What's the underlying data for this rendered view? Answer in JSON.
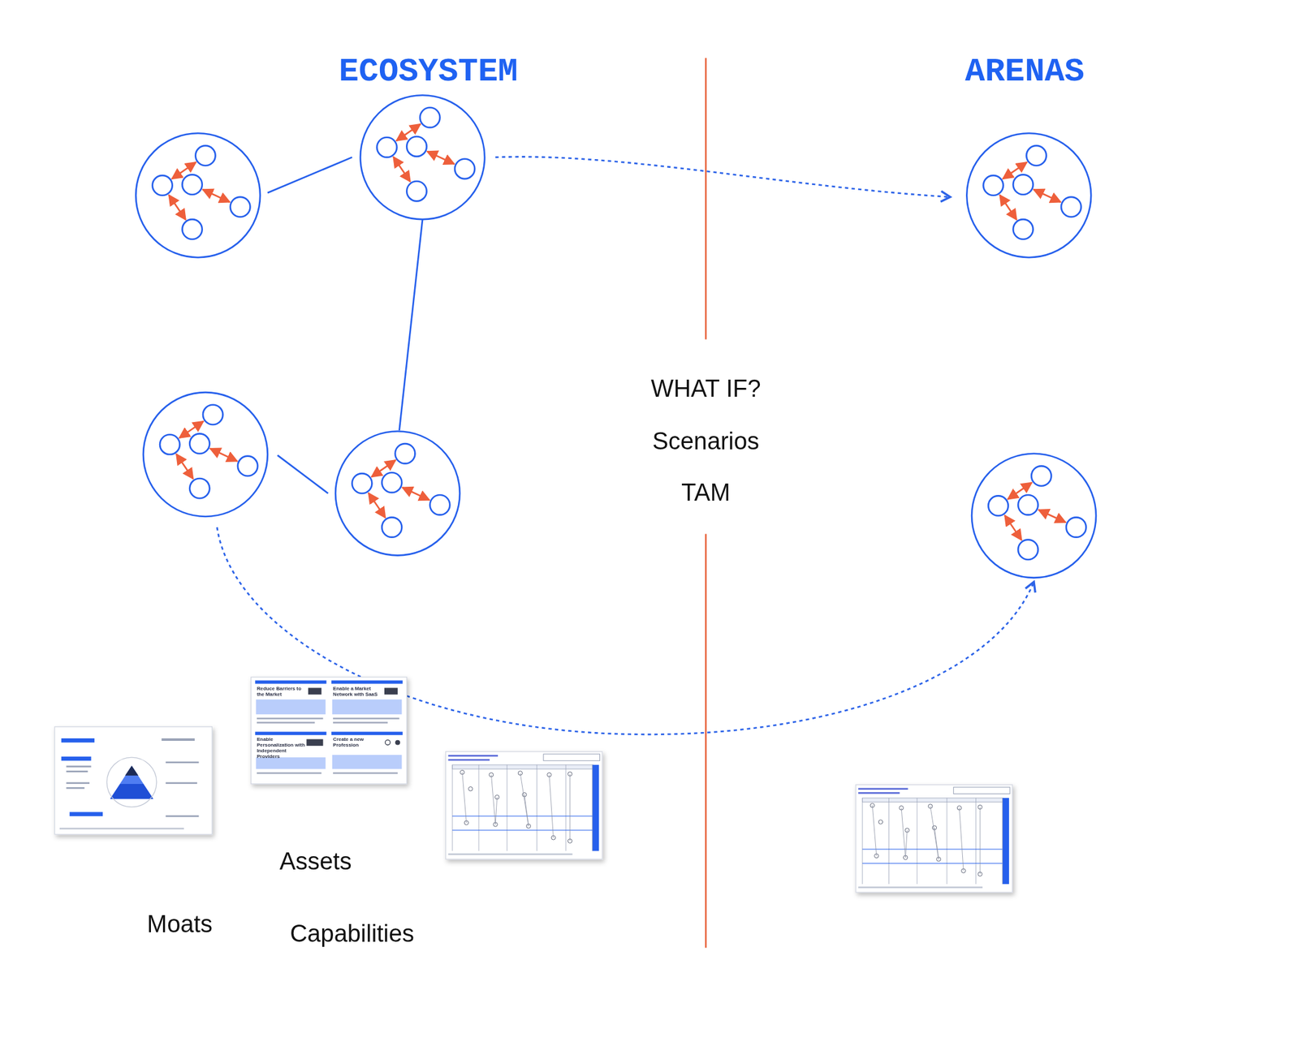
{
  "diagram": {
    "labels": [
      "ECOSYSTEM",
      "ARENAS",
      "WHAT IF?",
      "Scenarios",
      "TAM",
      "Reduce Barriers to the Market",
      "Enable a Market Network with SaaS",
      "Enable Personalization with Independent Providers",
      "Create a new Profession",
      "Assets",
      "Moats",
      "Capabilities"
    ]
  }
}
